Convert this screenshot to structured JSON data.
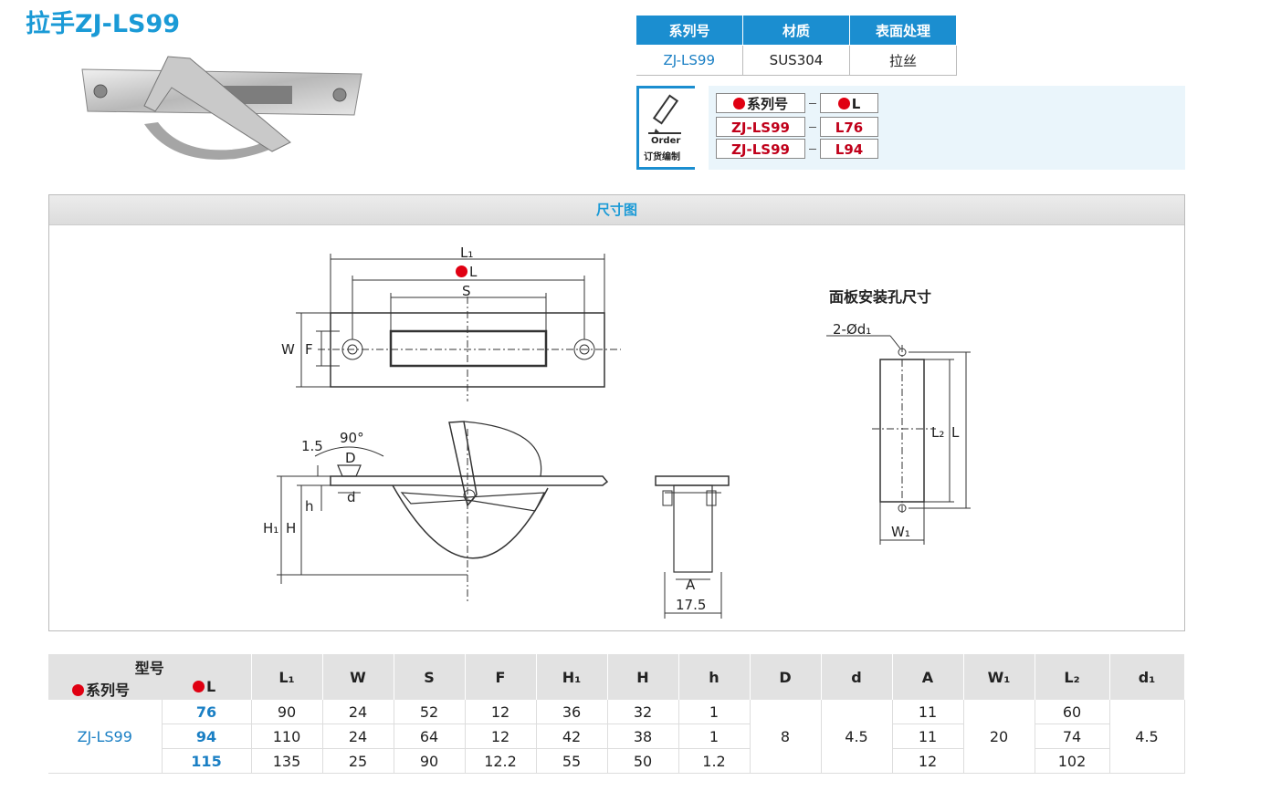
{
  "title": "拉手ZJ-LS99",
  "spec_table": {
    "headers": [
      "系列号",
      "材质",
      "表面处理"
    ],
    "row": [
      "ZJ-LS99",
      "SUS304",
      "拉丝"
    ]
  },
  "order": {
    "icon_en": "Order",
    "icon_cn": "订货编制",
    "head_series": "系列号",
    "head_l": "L",
    "rows": [
      {
        "series": "ZJ-LS99",
        "l": "L76"
      },
      {
        "series": "ZJ-LS99",
        "l": "L94"
      }
    ]
  },
  "drawing": {
    "header": "尺寸图",
    "panel_title": "面板安装孔尺寸",
    "labels": {
      "L1": "L₁",
      "L": "L",
      "S": "S",
      "W": "W",
      "F": "F",
      "deg": "90°",
      "d15": "1.5",
      "D": "D",
      "d": "d",
      "h": "h",
      "H1": "H₁",
      "H": "H",
      "A": "A",
      "w175": "17.5",
      "hole": "2-Ød₁",
      "L2": "L₂",
      "W1": "W₁"
    }
  },
  "data_table": {
    "group_header": "型号",
    "sub_series": "系列号",
    "sub_l": "L",
    "columns": [
      "L₁",
      "W",
      "S",
      "F",
      "H₁",
      "H",
      "h",
      "D",
      "d",
      "A",
      "W₁",
      "L₂",
      "d₁"
    ],
    "model": "ZJ-LS99",
    "rows": [
      {
        "L": "76",
        "L1": "90",
        "W": "24",
        "S": "52",
        "F": "12",
        "H1": "36",
        "H": "32",
        "h": "1",
        "A": "11",
        "L2": "60"
      },
      {
        "L": "94",
        "L1": "110",
        "W": "24",
        "S": "64",
        "F": "12",
        "H1": "42",
        "H": "38",
        "h": "1",
        "A": "11",
        "L2": "74"
      },
      {
        "L": "115",
        "L1": "135",
        "W": "25",
        "S": "90",
        "F": "12.2",
        "H1": "55",
        "H": "50",
        "h": "1.2",
        "A": "12",
        "L2": "102"
      }
    ],
    "merged": {
      "D": "8",
      "d": "4.5",
      "W1": "20",
      "d1": "4.5"
    }
  }
}
